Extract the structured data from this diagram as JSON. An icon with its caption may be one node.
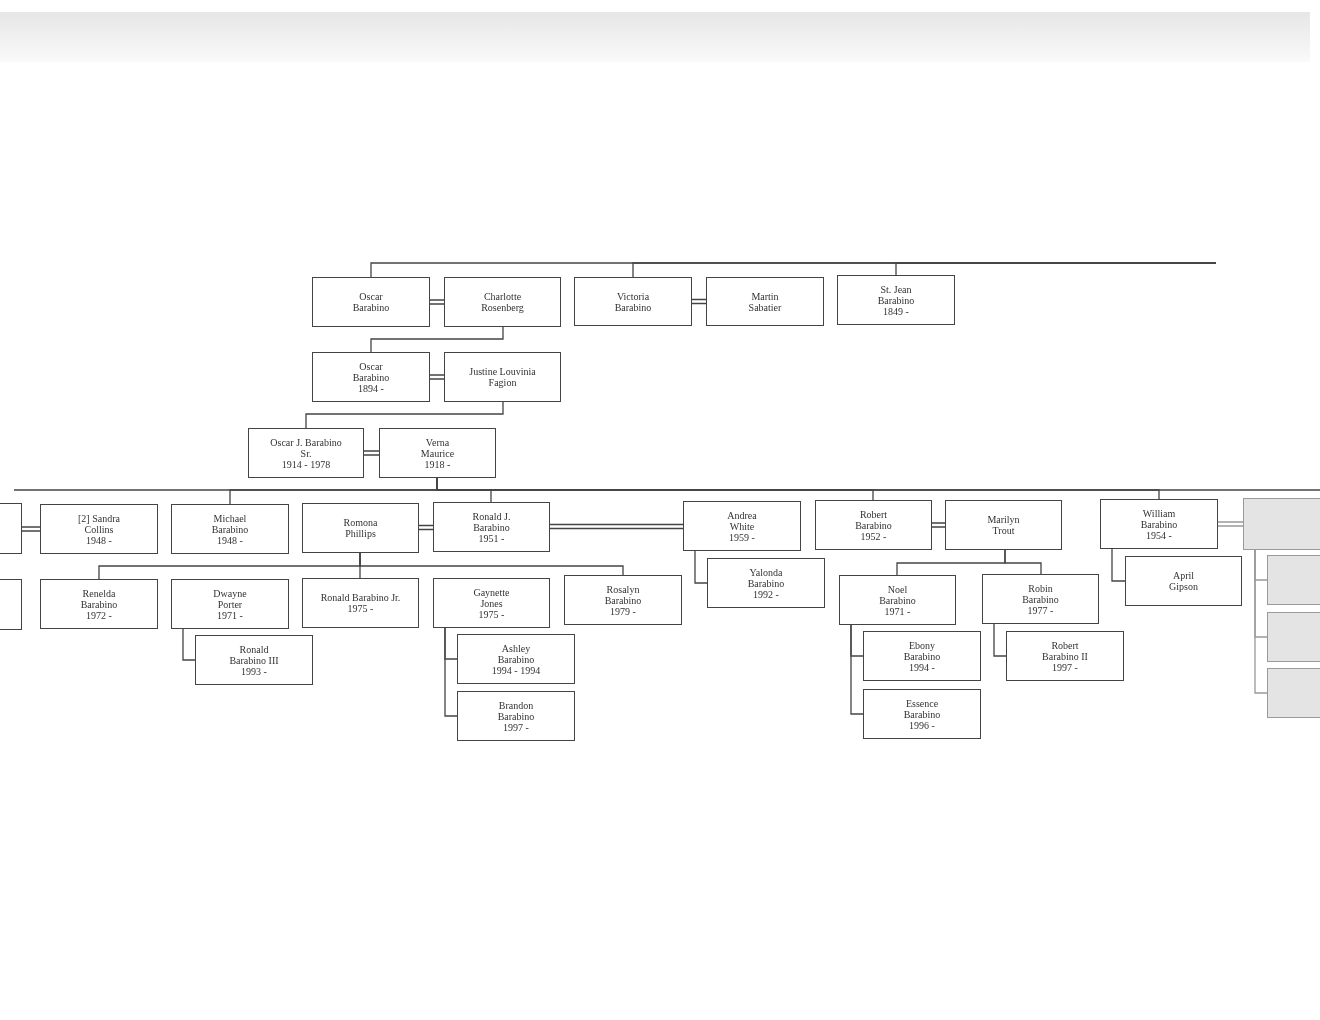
{
  "diagram": {
    "nodes": [
      {
        "text": [
          "Oscar Barabino"
        ]
      },
      {
        "text": [
          "Charlotte Rosenberg"
        ]
      },
      {
        "text": [
          "Victoria Barabino"
        ]
      },
      {
        "text": [
          "Martin Sabatier"
        ]
      },
      {
        "text": [
          "St. Jean Barabino",
          "1849 -"
        ]
      },
      {
        "text": [
          "Oscar Barabino",
          "1894 -"
        ]
      },
      {
        "text": [
          "Justine Louvinia Fagion"
        ]
      },
      {
        "text": [
          "Oscar J. Barabino Sr.",
          "1914 - 1978"
        ]
      },
      {
        "text": [
          "Verna Maurice",
          "1918 -"
        ]
      },
      {
        "text": [],
        "shape": "box"
      },
      {
        "text": [
          "[2] Sandra Collins",
          "1948 -"
        ]
      },
      {
        "text": [
          "Michael Barabino",
          "1948 -"
        ]
      },
      {
        "text": [
          "Romona Phillips"
        ]
      },
      {
        "text": [
          "Ronald J. Barabino",
          "1951 -"
        ]
      },
      {
        "text": [
          "Andrea White",
          "1959 -"
        ]
      },
      {
        "text": [
          "Robert Barabino",
          "1952 -"
        ]
      },
      {
        "text": [
          "Marilyn Trout"
        ]
      },
      {
        "text": [
          "William Barabino",
          "1954 -"
        ]
      },
      {
        "text": [],
        "shape": "box"
      },
      {
        "text": [],
        "shape": "box"
      },
      {
        "text": [
          "Renelda Barabino",
          "1972 -"
        ]
      },
      {
        "text": [
          "Dwayne Porter",
          "1971 -"
        ]
      },
      {
        "text": [
          "Ronald Barabino Jr.",
          "1975 -"
        ]
      },
      {
        "text": [
          "Gaynette Jones",
          "1975 -"
        ]
      },
      {
        "text": [
          "Rosalyn Barabino",
          "1979 -"
        ]
      },
      {
        "text": [
          "Yalonda Barabino",
          "1992 -"
        ]
      },
      {
        "text": [
          "Noel Barabino",
          "1971 -"
        ]
      },
      {
        "text": [
          "Robin Barabino",
          "1977 -"
        ]
      },
      {
        "text": [
          "April Gipson"
        ]
      },
      {
        "text": [
          "Ronald Barabino III",
          "1993 -"
        ]
      },
      {
        "text": [
          "Ashley Barabino",
          "1994 - 1994"
        ]
      },
      {
        "text": [
          "Brandon Barabino",
          "1997 -"
        ]
      },
      {
        "text": [
          "Ebony Barabino",
          "1994 -"
        ]
      },
      {
        "text": [
          "Essence Barabino",
          "1996 -"
        ]
      },
      {
        "text": [
          "Robert Barabino II",
          "1997 -"
        ]
      },
      {
        "text": [],
        "shape": "box"
      },
      {
        "text": [],
        "shape": "box"
      },
      {
        "text": [],
        "shape": "box"
      }
    ],
    "edges": [
      {
        "from": null,
        "to": 0,
        "arrow": "none"
      },
      {
        "from": null,
        "to": 2,
        "arrow": "none"
      },
      {
        "from": null,
        "to": 4,
        "arrow": "none"
      },
      {
        "from": 0,
        "to": 1,
        "arrow": "none"
      },
      {
        "from": 2,
        "to": 3,
        "arrow": "none"
      },
      {
        "from": 5,
        "to": 6,
        "arrow": "none"
      },
      {
        "from": 7,
        "to": 8,
        "arrow": "none"
      },
      {
        "from": 1,
        "to": 5,
        "arrow": "none"
      },
      {
        "from": 6,
        "to": 7,
        "arrow": "none"
      },
      {
        "from": 8,
        "to": 11,
        "arrow": "none"
      },
      {
        "from": 8,
        "to": 13,
        "arrow": "none"
      },
      {
        "from": 8,
        "to": 15,
        "arrow": "none"
      },
      {
        "from": 8,
        "to": 17,
        "arrow": "none"
      },
      {
        "from": 9,
        "to": 10,
        "arrow": "none"
      },
      {
        "from": 12,
        "to": 13,
        "arrow": "none"
      },
      {
        "from": 13,
        "to": 14,
        "arrow": "none"
      },
      {
        "from": 15,
        "to": 16,
        "arrow": "none"
      },
      {
        "from": 17,
        "to": 18,
        "arrow": "none"
      },
      {
        "from": 12,
        "to": 20,
        "arrow": "none"
      },
      {
        "from": 12,
        "to": 22,
        "arrow": "none"
      },
      {
        "from": 12,
        "to": 24,
        "arrow": "none"
      },
      {
        "from": 21,
        "to": 29,
        "arrow": "none"
      },
      {
        "from": 23,
        "to": 30,
        "arrow": "none"
      },
      {
        "from": 23,
        "to": 31,
        "arrow": "none"
      },
      {
        "from": 14,
        "to": 25,
        "arrow": "none"
      },
      {
        "from": 16,
        "to": 26,
        "arrow": "none"
      },
      {
        "from": 16,
        "to": 27,
        "arrow": "none"
      },
      {
        "from": 26,
        "to": 32,
        "arrow": "none"
      },
      {
        "from": 26,
        "to": 33,
        "arrow": "none"
      },
      {
        "from": 27,
        "to": 34,
        "arrow": "none"
      },
      {
        "from": 17,
        "to": 28,
        "arrow": "none"
      },
      {
        "from": 18,
        "to": 35,
        "arrow": "none"
      },
      {
        "from": 18,
        "to": 36,
        "arrow": "none"
      },
      {
        "from": 18,
        "to": 37,
        "arrow": "none"
      }
    ]
  }
}
